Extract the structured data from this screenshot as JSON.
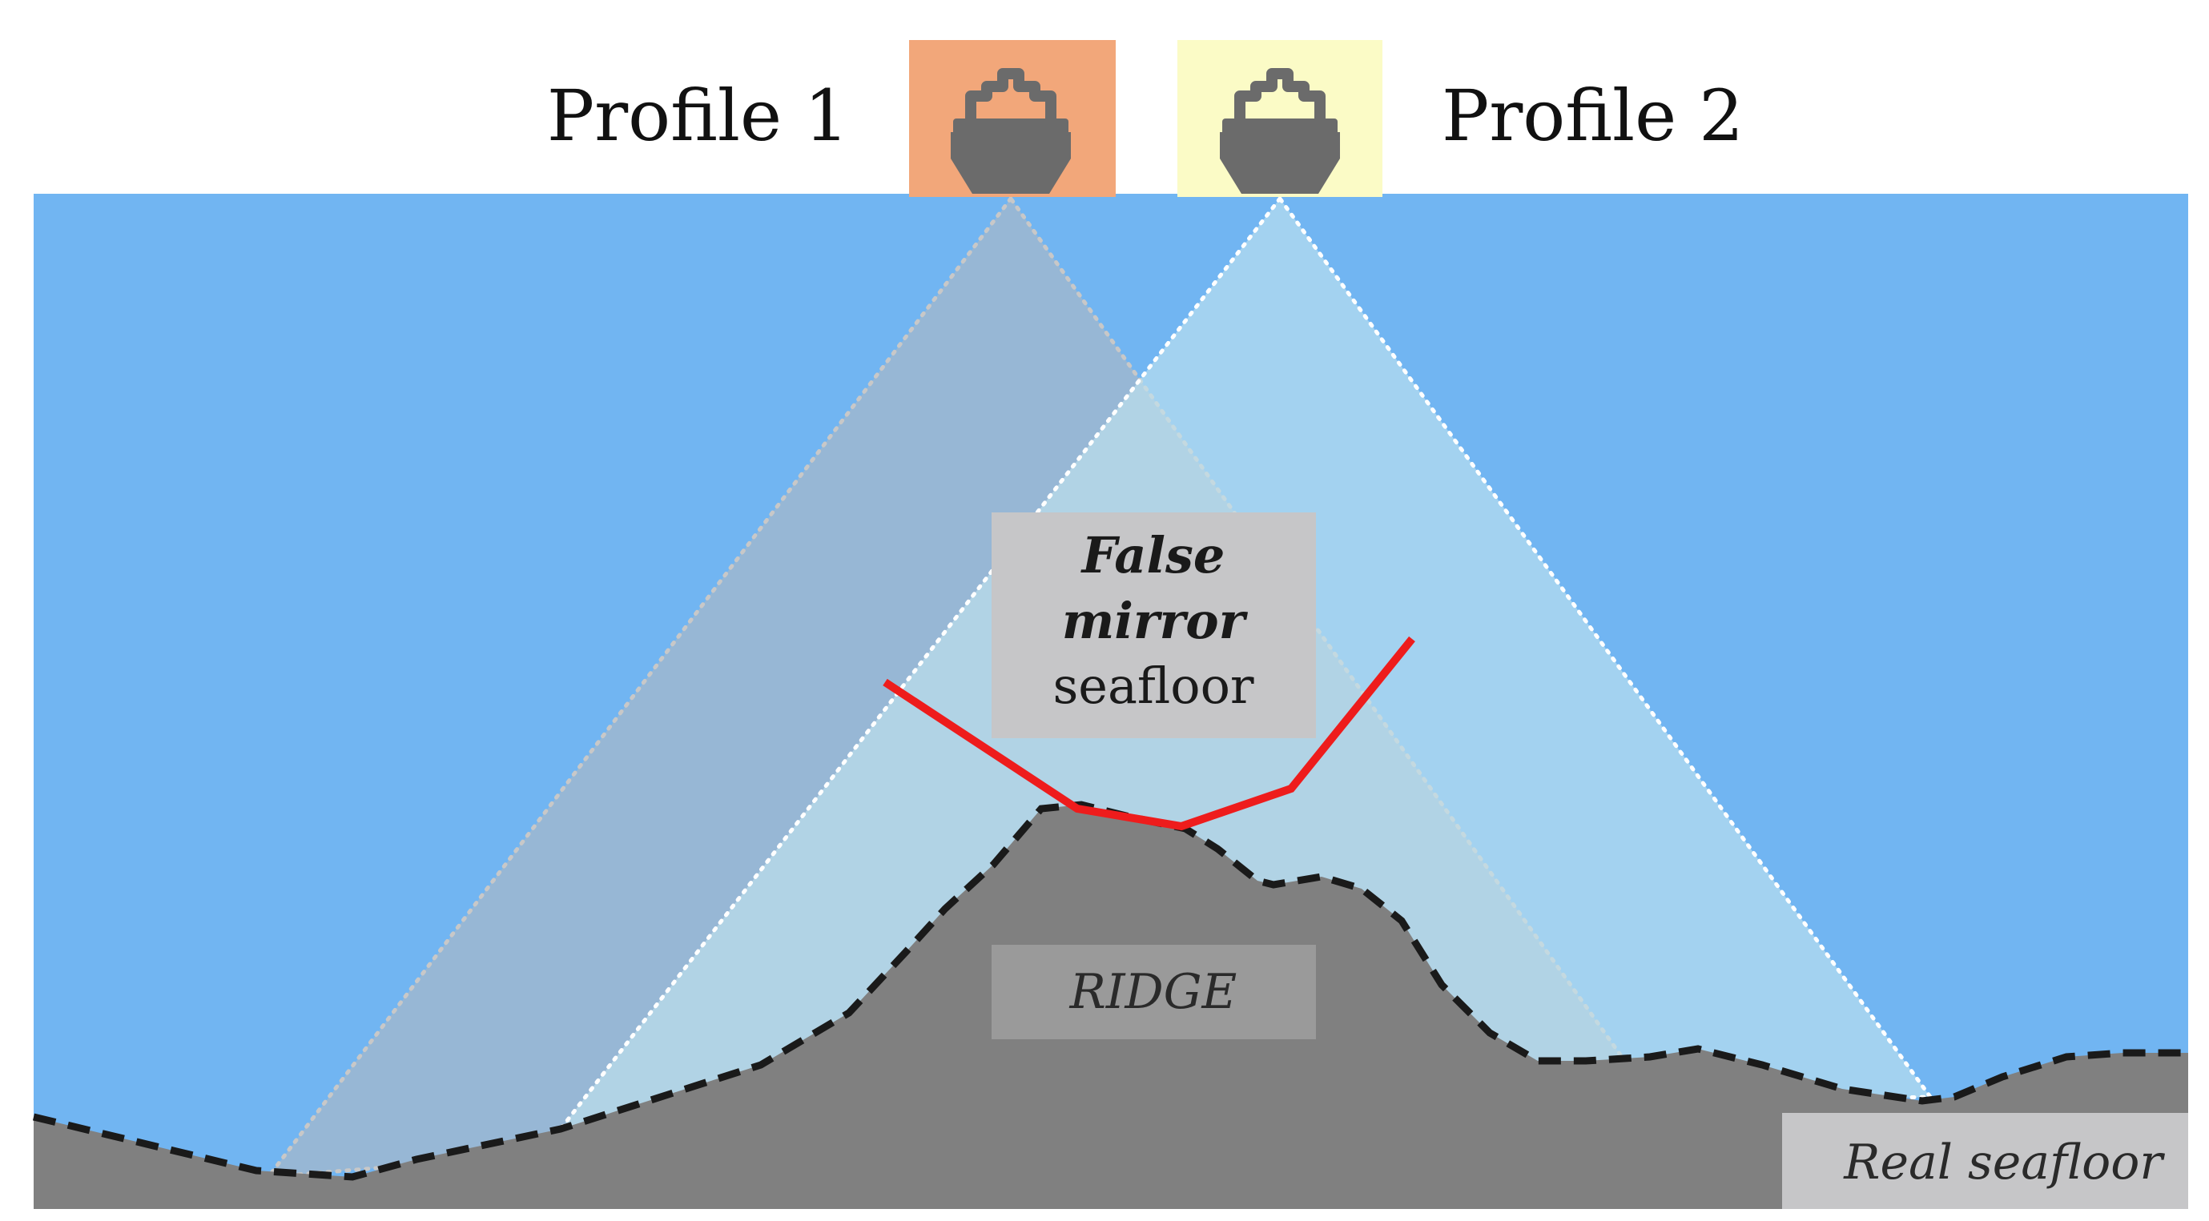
{
  "diagram": {
    "profile_1": {
      "label": "Profile 1",
      "highlight_color": "#f2a77a",
      "icon": "ship-icon"
    },
    "profile_2": {
      "label": "Profile 2",
      "highlight_color": "#fbfbc6",
      "icon": "ship-icon"
    },
    "false_seafloor": {
      "line1": "False",
      "line2": "mirror",
      "line3": "seafloor",
      "line_color": "#ee1c1c"
    },
    "ridge_label": "RIDGE",
    "real_seafloor_label": "Real seafloor",
    "colors": {
      "water": "#71b5f2",
      "seafloor": "#808080",
      "ship": "#6b6b6b",
      "swath_1": "#b6b8bd",
      "swath_2": "#c2e4ef",
      "label_box": "#c6c6c8"
    }
  }
}
